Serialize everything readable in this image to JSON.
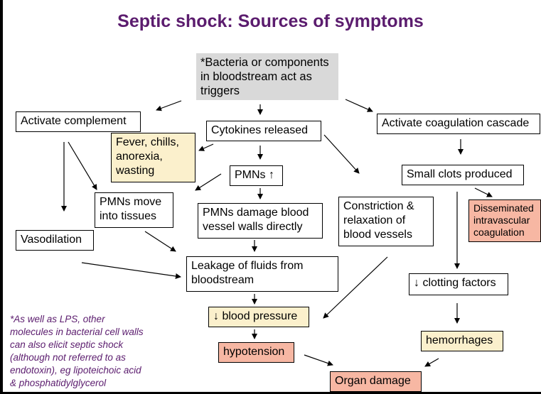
{
  "title": "Septic shock: Sources of symptoms",
  "nodes": {
    "triggers": "*Bacteria or components\nin bloodstream act as\ntriggers",
    "activate_complement": "Activate complement",
    "cytokines": "Cytokines released",
    "activate_coagulation": "Activate coagulation cascade",
    "fever": "Fever, chills,\nanorexia,\nwasting",
    "pmns": "PMNs ↑",
    "small_clots": "Small clots produced",
    "pmns_move": "PMNs move\ninto tissues",
    "pmns_damage": "PMNs damage blood\nvessel walls directly",
    "constriction": "Constriction &\nrelaxation of\nblood vessels",
    "dic": "Disseminated\nintravascular\ncoagulation",
    "vasodilation": "Vasodilation",
    "leakage": "Leakage of fluids from\nbloodstream",
    "clotting_factors": "↓ clotting factors",
    "blood_pressure": "↓ blood pressure",
    "hemorrhages": "hemorrhages",
    "hypotension": "hypotension",
    "organ_damage": "Organ damage"
  },
  "footnote": "*As well as LPS, other\nmolecules in bacterial cell walls\ncan also elicit septic shock\n(although not referred to as\nendotoxin), eg lipoteichoic acid\n& phosphatidylglycerol",
  "colors": {
    "title": "#5b1c6e",
    "gray_box": "#d9d9d9",
    "cream_box": "#fbf0cc",
    "salmon_box": "#f7b7a3"
  }
}
